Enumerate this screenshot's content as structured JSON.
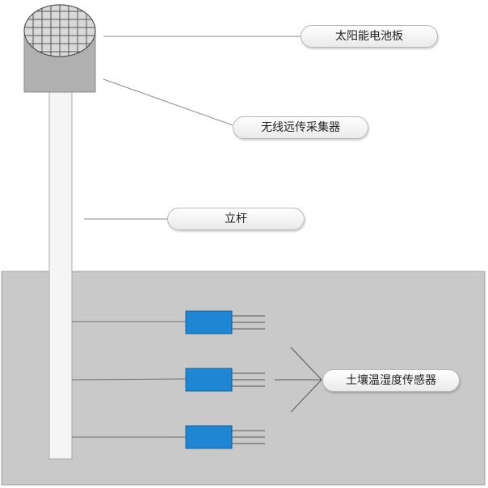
{
  "labels": {
    "solar_panel": "太阳能电池板",
    "wireless_collector": "无线远传采集器",
    "pole": "立杆",
    "soil_sensor": "土壤温湿度传感器"
  },
  "colors": {
    "ground": "#c9c9c9",
    "ground_border": "#9a9a9a",
    "device_body": "#b0b0b0",
    "panel_face": "#d9d9d9",
    "panel_grid": "#555555",
    "pole": "#f5f5f5",
    "sensor": "#1f86d3",
    "leader_line": "#8a8a8a"
  },
  "icons": {
    "device": "solar-collector-icon",
    "sensor": "soil-probe-icon"
  }
}
